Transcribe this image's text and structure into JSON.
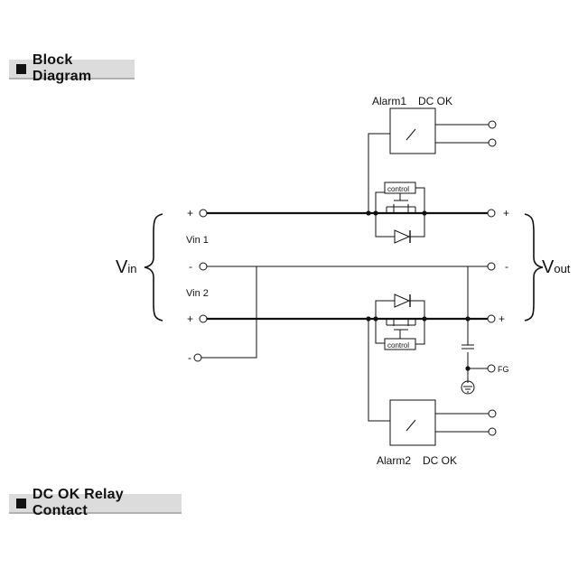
{
  "sections": {
    "block_diagram": "Block Diagram",
    "relay_contact": "DC OK Relay Contact"
  },
  "labels": {
    "alarm1": "Alarm1",
    "dc_ok_top": "DC OK",
    "alarm2": "Alarm2",
    "dc_ok_bottom": "DC OK",
    "vin1": "Vin 1",
    "vin2": "Vin 2",
    "vin_main": "V",
    "vin_sub": "in",
    "vout_main": "V",
    "vout_sub": "out",
    "fg": "FG",
    "control": "control",
    "plus": "+",
    "minus": "-"
  }
}
